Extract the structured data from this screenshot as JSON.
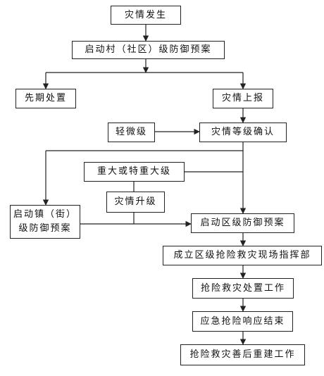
{
  "nodes": {
    "disaster_occurs": "灾情发生",
    "activate_village_plan": "启动村（社区）级防御预案",
    "initial_handling": "先期处置",
    "disaster_report": "灾情上报",
    "minor_level": "轻微级",
    "disaster_level_confirm": "灾情等级确认",
    "major_level": "重大或特重大级",
    "disaster_upgrade": "灾情升级",
    "activate_town_plan_line1": "启动镇（街）",
    "activate_town_plan_line2": "级防御预案",
    "activate_district_plan": "启动区级防御预案",
    "setup_command": "成立区级抢险救灾现场指挥部",
    "rescue_work": "抢险救灾处置工作",
    "emergency_end": "应急抢险响应结束",
    "reconstruction": "抢险救灾善后重建工作"
  },
  "style": {
    "line_color": "#222222",
    "box_border": "#222222",
    "text_color": "#111111"
  }
}
